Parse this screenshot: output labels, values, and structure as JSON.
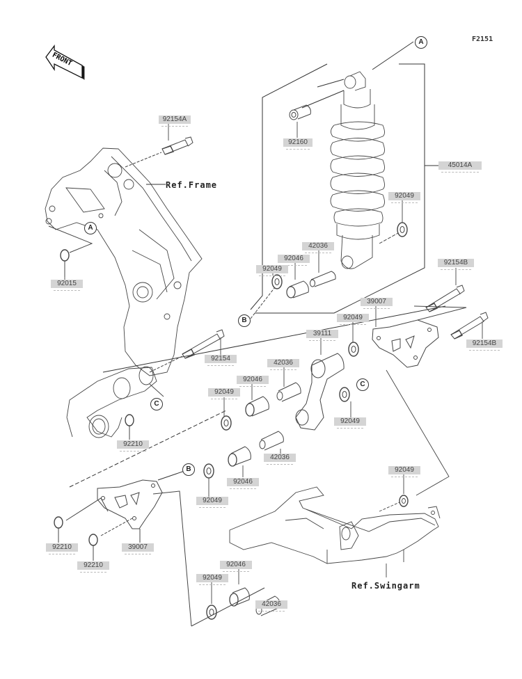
{
  "figure": {
    "id": "F2151",
    "front_label": "FRONT"
  },
  "references": {
    "frame": "Ref.Frame",
    "swingarm": "Ref.Swingarm"
  },
  "callouts": {
    "a_top": "A",
    "a_frame": "A",
    "b_shock": "B",
    "b_lower": "B",
    "c_frame": "C",
    "c_link": "C"
  },
  "parts": [
    {
      "id": "p1",
      "number": "92154A"
    },
    {
      "id": "p2",
      "number": "92160"
    },
    {
      "id": "p3",
      "number": "45014A"
    },
    {
      "id": "p4",
      "number": "92049"
    },
    {
      "id": "p5",
      "number": "42036"
    },
    {
      "id": "p6",
      "number": "92046"
    },
    {
      "id": "p7",
      "number": "92049"
    },
    {
      "id": "p8",
      "number": "92015"
    },
    {
      "id": "p9",
      "number": "92154B"
    },
    {
      "id": "p10",
      "number": "39007"
    },
    {
      "id": "p11",
      "number": "92049"
    },
    {
      "id": "p12",
      "number": "39111"
    },
    {
      "id": "p13",
      "number": "92154B"
    },
    {
      "id": "p14",
      "number": "92154"
    },
    {
      "id": "p15",
      "number": "42036"
    },
    {
      "id": "p16",
      "number": "92046"
    },
    {
      "id": "p17",
      "number": "92049"
    },
    {
      "id": "p18",
      "number": "92049"
    },
    {
      "id": "p19",
      "number": "92210"
    },
    {
      "id": "p20",
      "number": "42036"
    },
    {
      "id": "p21",
      "number": "92046"
    },
    {
      "id": "p22",
      "number": "92049"
    },
    {
      "id": "p23",
      "number": "92049"
    },
    {
      "id": "p24",
      "number": "92210"
    },
    {
      "id": "p25",
      "number": "39007"
    },
    {
      "id": "p26",
      "number": "92210"
    },
    {
      "id": "p27",
      "number": "92046"
    },
    {
      "id": "p28",
      "number": "92049"
    },
    {
      "id": "p29",
      "number": "42036"
    }
  ]
}
